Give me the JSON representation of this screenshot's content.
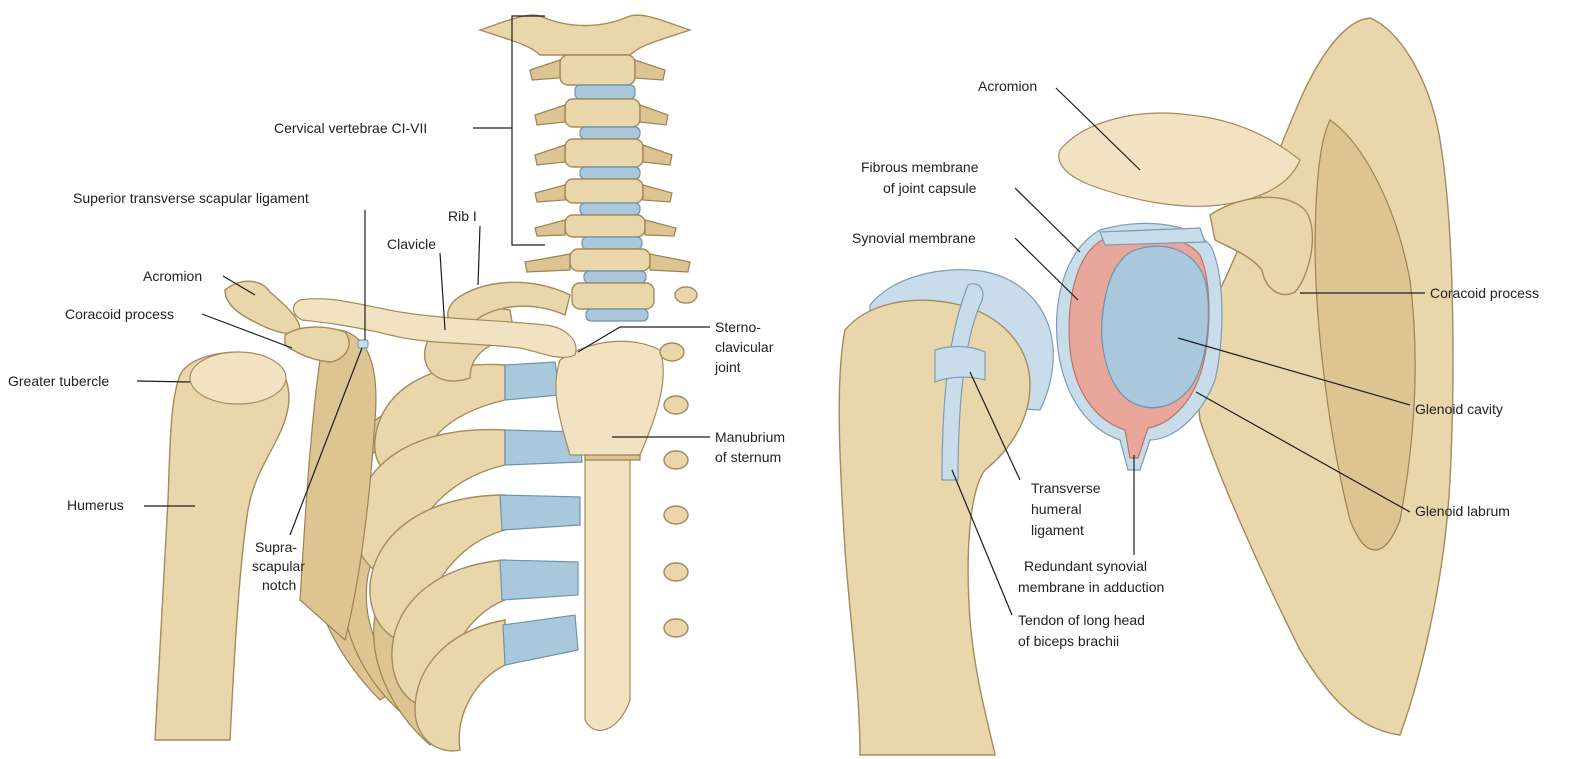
{
  "left_panel": {
    "labels": {
      "cervical_vertebrae": "Cervical vertebrae CI-VII",
      "superior_transverse_scapular_ligament": "Superior transverse scapular ligament",
      "rib_i": "Rib I",
      "clavicle": "Clavicle",
      "acromion": "Acromion",
      "coracoid_process": "Coracoid process",
      "greater_tubercle": "Greater tubercle",
      "humerus": "Humerus",
      "suprascapular_notch_1": "Supra-",
      "suprascapular_notch_2": "scapular",
      "suprascapular_notch_3": "notch",
      "sternoclavicular_1": "Sterno-",
      "sternoclavicular_2": "clavicular",
      "sternoclavicular_3": "joint",
      "manubrium_1": "Manubrium",
      "manubrium_2": "of sternum"
    }
  },
  "right_panel": {
    "labels": {
      "acromion": "Acromion",
      "fibrous_membrane_1": "Fibrous membrane",
      "fibrous_membrane_2": "of joint capsule",
      "synovial_membrane": "Synovial membrane",
      "coracoid_process": "Coracoid process",
      "glenoid_cavity": "Glenoid cavity",
      "glenoid_labrum": "Glenoid labrum",
      "transverse_humeral_1": "Transverse",
      "transverse_humeral_2": "humeral",
      "transverse_humeral_3": "ligament",
      "redundant_synovial_1": "Redundant synovial",
      "redundant_synovial_2": "membrane in adduction",
      "tendon_biceps_1": "Tendon of long head",
      "tendon_biceps_2": "of biceps brachii"
    }
  },
  "colors": {
    "bone": "#e9d6ab",
    "cartilage": "#a9c8dc",
    "synovial": "#e8a79a"
  }
}
